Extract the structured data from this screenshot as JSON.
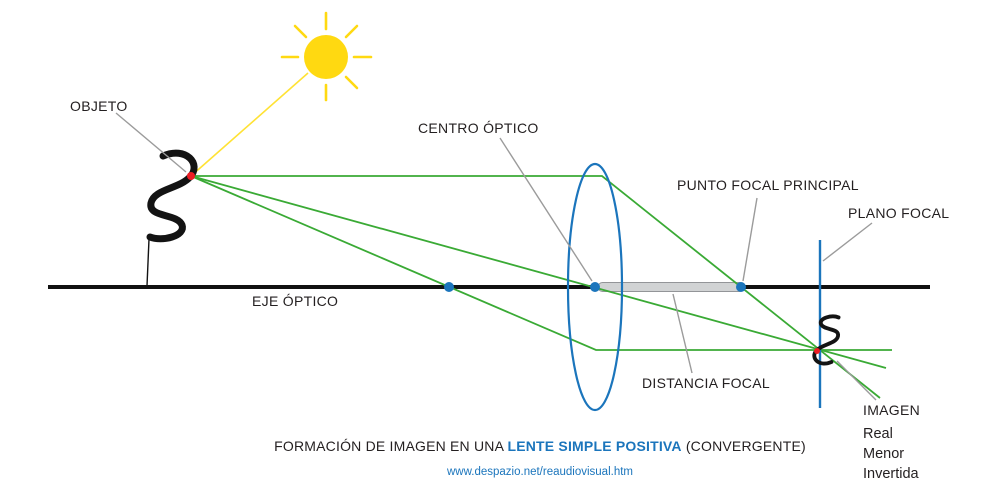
{
  "labels": {
    "objeto": "OBJETO",
    "centro_optico": "CENTRO ÓPTICO",
    "punto_focal_principal": "PUNTO FOCAL PRINCIPAL",
    "plano_focal": "PLANO FOCAL",
    "eje_optico": "EJE ÓPTICO",
    "distancia_focal": "DISTANCIA FOCAL",
    "imagen": "IMAGEN",
    "imagen_attrs": [
      "Real",
      "Menor",
      "Invertida"
    ]
  },
  "caption": {
    "prefix": "FORMACIÓN DE IMAGEN EN UNA ",
    "highlight": "LENTE SIMPLE POSITIVA",
    "suffix": " (CONVERGENTE)"
  },
  "footer_url": "www.despazio.net/reaudiovisual.htm",
  "colors": {
    "ray_green": "#3aaa35",
    "lens_blue": "#1b75bc",
    "sun_yellow": "#ffd911",
    "object_red": "#ed1c24",
    "axis_black": "#111111",
    "callout_gray": "#9b9b9b",
    "focal_bar_gray": "#d1d3d4"
  },
  "icons": {
    "sun": "sun-icon"
  }
}
